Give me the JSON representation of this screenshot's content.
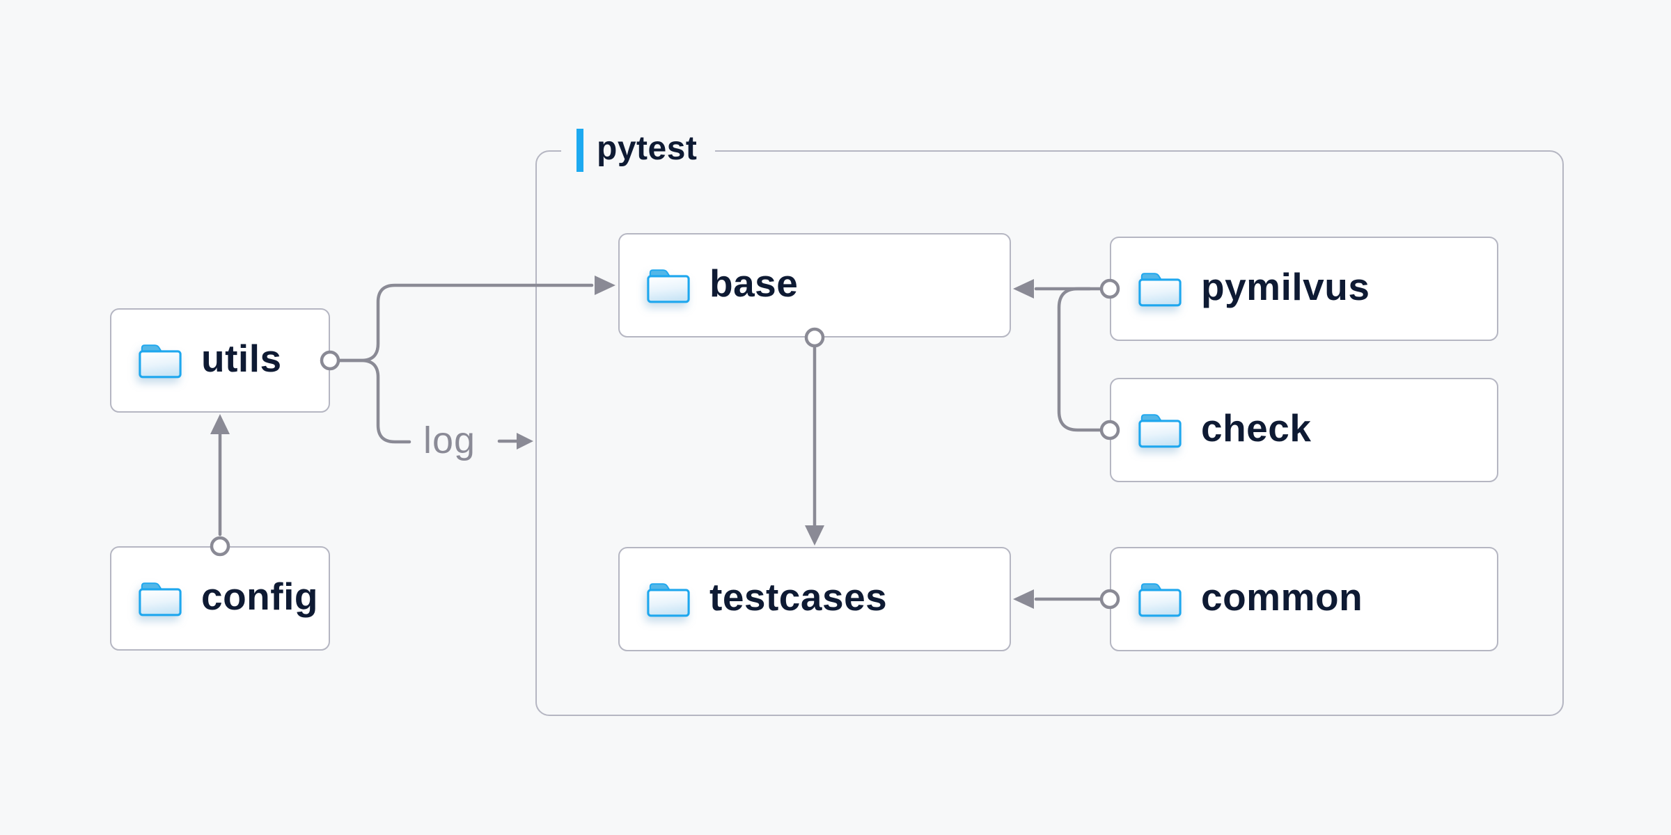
{
  "container": {
    "label": "pytest"
  },
  "labels": {
    "log": "log"
  },
  "nodes": [
    {
      "id": "utils",
      "label": "utils",
      "icon": "folder-icon",
      "group": null
    },
    {
      "id": "config",
      "label": "config",
      "icon": "folder-icon",
      "group": null
    },
    {
      "id": "base",
      "label": "base",
      "icon": "folder-icon",
      "group": "pytest"
    },
    {
      "id": "pymilvus",
      "label": "pymilvus",
      "icon": "folder-icon",
      "group": "pytest"
    },
    {
      "id": "check",
      "label": "check",
      "icon": "folder-icon",
      "group": "pytest"
    },
    {
      "id": "testcases",
      "label": "testcases",
      "icon": "folder-icon",
      "group": "pytest"
    },
    {
      "id": "common",
      "label": "common",
      "icon": "folder-icon",
      "group": "pytest"
    }
  ],
  "edges": [
    {
      "from": "utils",
      "to": "base",
      "type": "arrow"
    },
    {
      "from": "utils",
      "to": "log-note",
      "type": "labeled",
      "label": "log"
    },
    {
      "from": "config",
      "to": "utils",
      "type": "arrow"
    },
    {
      "from": "base",
      "to": "testcases",
      "type": "arrow"
    },
    {
      "from": "pymilvus",
      "to": "base",
      "type": "arrow"
    },
    {
      "from": "check",
      "to": "base",
      "type": "merge-arrow"
    },
    {
      "from": "common",
      "to": "testcases",
      "type": "arrow"
    }
  ],
  "colors": {
    "background": "#f7f8f9",
    "node_background": "#ffffff",
    "border": "#b5b6c2",
    "line": "#8a8a95",
    "accent_blue": "#1ca9f0",
    "node_text": "#0e1a33",
    "muted_text": "#8a8a96",
    "folder_stroke": "#1ea7ee",
    "folder_tab": "#53b7e8"
  }
}
